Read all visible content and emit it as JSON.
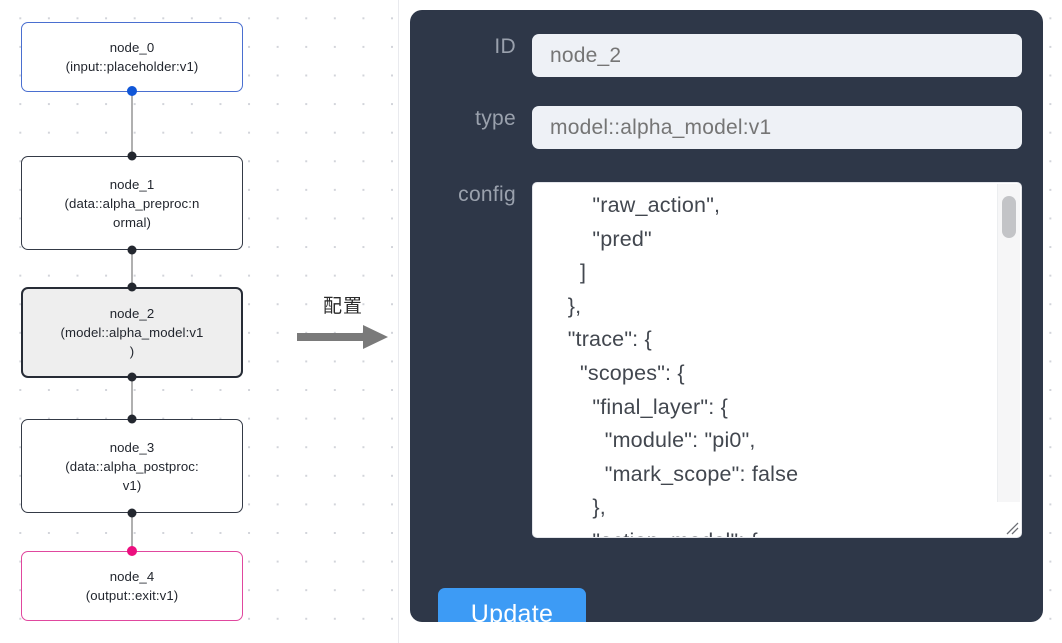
{
  "graph": {
    "nodes": [
      {
        "id": "node_0",
        "label": "node_0\n(input::placeholder:v1)",
        "kind": "input",
        "selected": false
      },
      {
        "id": "node_1",
        "label": "node_1\n(data::alpha_preproc:n\normal)",
        "kind": "default",
        "selected": false
      },
      {
        "id": "node_2",
        "label": "node_2\n(model::alpha_model:v1\n)",
        "kind": "default",
        "selected": true
      },
      {
        "id": "node_3",
        "label": "node_3\n(data::alpha_postproc:\nv1)",
        "kind": "default",
        "selected": false
      },
      {
        "id": "node_4",
        "label": "node_4\n(output::exit:v1)",
        "kind": "output",
        "selected": false
      }
    ],
    "colors": {
      "input_border": "#4a6fd0",
      "output_border": "#e0479e",
      "default_border": "#343a46",
      "selected_fill": "#eeeeee",
      "edge": "#b0b0b0",
      "handle": "#23272f",
      "handle_input": "#1157d8",
      "handle_output": "#ec0f7f",
      "grid_dot": "#d2d4da"
    }
  },
  "annotation": {
    "text": "配置",
    "arrow_icon": "arrow-right-icon"
  },
  "panel": {
    "background": "#2e3748",
    "fields": [
      {
        "name": "id",
        "label": "ID",
        "value": "node_2"
      },
      {
        "name": "type",
        "label": "type",
        "value": "model::alpha_model:v1"
      },
      {
        "name": "config",
        "label": "config",
        "value": "        \"raw_action\",\n        \"pred\"\n      ]\n    },\n    \"trace\": {\n      \"scopes\": {\n        \"final_layer\": {\n          \"module\": \"pi0\",\n          \"mark_scope\": false\n        },\n        \"action_model\": {"
      }
    ],
    "id_placeholder": "node_2",
    "type_placeholder": "model::alpha_model:v1",
    "update_label": "Update",
    "update_color": "#3d9bf5",
    "scrollbar": {
      "thumb_color": "#c3c4c7",
      "track_color": "#f6f6f7"
    },
    "resize_grip_icon": "resize-handle-icon"
  }
}
